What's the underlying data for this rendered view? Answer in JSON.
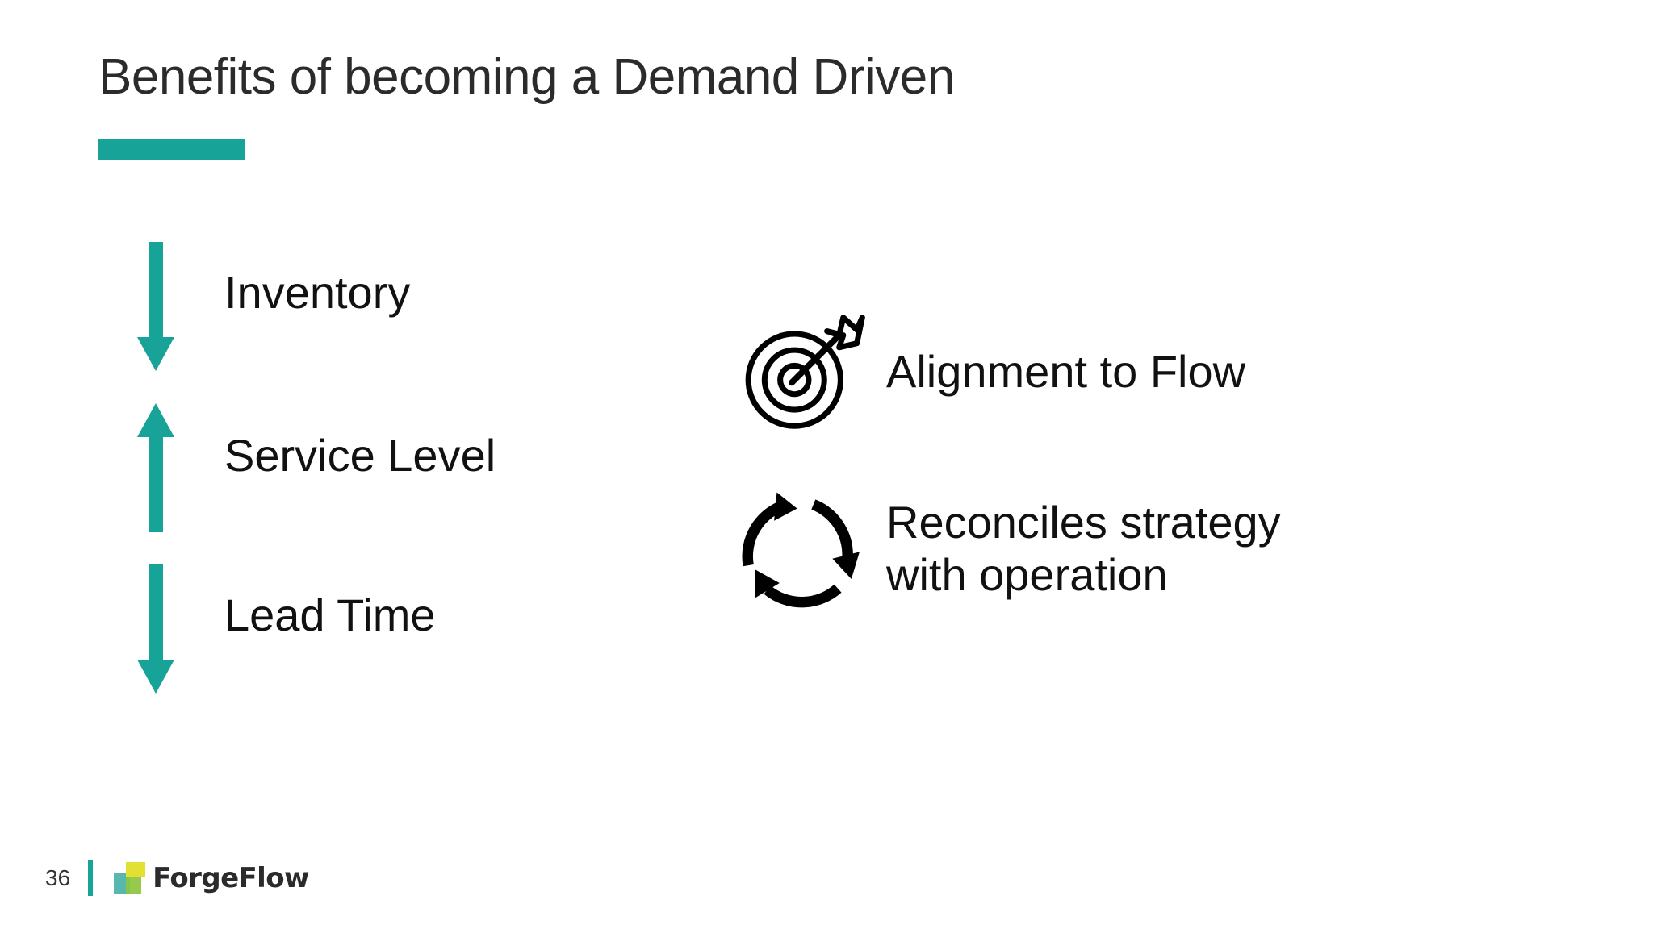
{
  "slide": {
    "title": "Benefits of becoming a Demand Driven",
    "accent_color": "#17a398",
    "background_color": "#ffffff",
    "text_color": "#111111"
  },
  "benefits": [
    {
      "label": "Inventory",
      "arrow": "arrow-down-icon",
      "direction": "down"
    },
    {
      "label": "Service Level",
      "arrow": "arrow-up-icon",
      "direction": "up"
    },
    {
      "label": "Lead Time",
      "arrow": "arrow-down-icon",
      "direction": "down"
    }
  ],
  "features": [
    {
      "icon": "target-with-arrow-icon",
      "line1": "Alignment to Flow",
      "line2": ""
    },
    {
      "icon": "cycle-arrows-icon",
      "line1": "Reconciles strategy",
      "line2": "with operation"
    }
  ],
  "footer": {
    "page_number": "36",
    "logo_text": "ForgeFlow",
    "logo_colors": {
      "teal": "#59b8ae",
      "green": "#8cc63f",
      "yellow": "#e3e033"
    }
  }
}
